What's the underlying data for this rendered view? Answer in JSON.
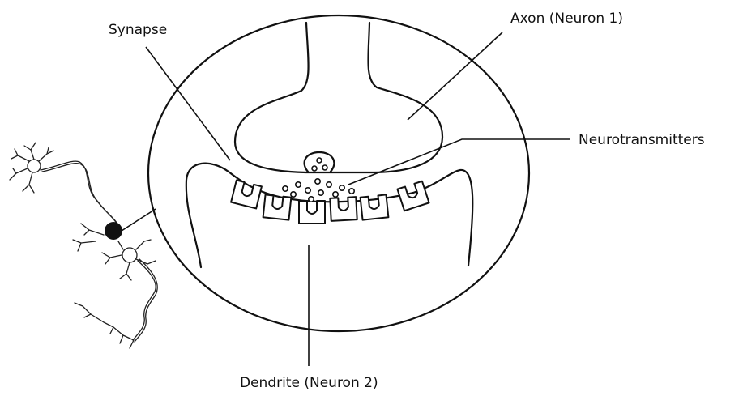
{
  "labels": {
    "synapse": "Synapse",
    "axon": "Axon (Neuron 1)",
    "neurotransmitters": "Neurotransmitters",
    "dendrite": "Dendrite (Neuron 2)"
  },
  "colors": {
    "ink": "#111111",
    "background": "#ffffff"
  }
}
